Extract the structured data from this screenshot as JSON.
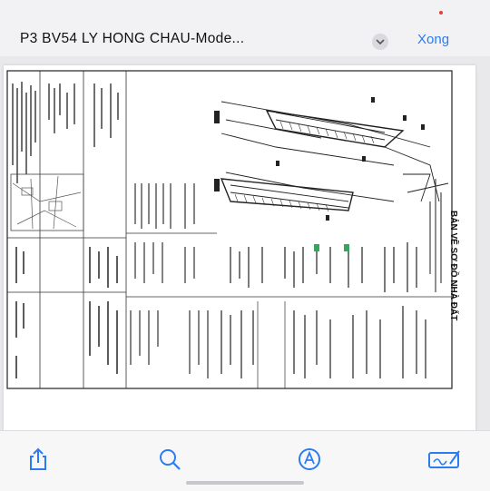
{
  "header": {
    "title": "P3 BV54 LY HONG CHAU-Mode...",
    "done_label": "Xong"
  },
  "document": {
    "heading": "BẢN VẼ SƠ ĐỒ NHÀ ĐẤT"
  },
  "toolbar": {
    "items": [
      {
        "icon": "share-icon"
      },
      {
        "icon": "search-icon"
      },
      {
        "icon": "markup-icon"
      },
      {
        "icon": "edit-signature-icon"
      }
    ]
  },
  "colors": {
    "accent": "#2a7cf0",
    "status_dot": "#e0403a"
  }
}
